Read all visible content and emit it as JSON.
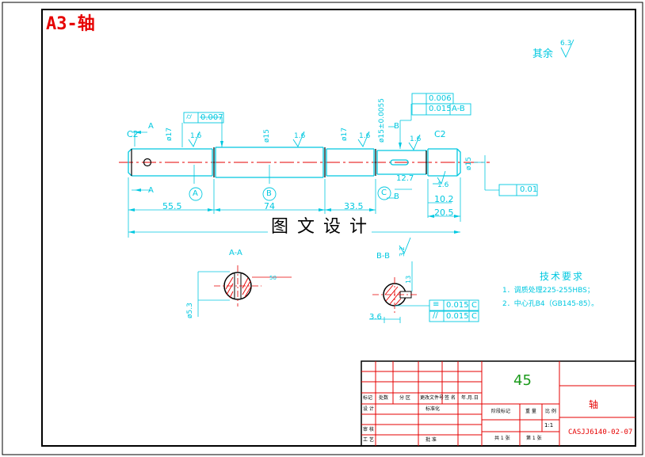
{
  "sheet": {
    "title": "A3-轴",
    "watermark": "图 文 设 计",
    "colors": {
      "frame": "#000000",
      "outline": "#00c8e0",
      "centerline": "#e60000",
      "title": "#e60000",
      "material": "#1a9a1a"
    }
  },
  "surface_finish": {
    "label": "其余",
    "value": "6.3"
  },
  "tolerances": {
    "runout_top": "0.007",
    "runout_right": "0.006",
    "runout_right2": "0.015",
    "datum_ab": "A-B",
    "flatness_right": "0.01",
    "sym_b": "0.015",
    "par_b": "0.015",
    "datum_c": "C"
  },
  "dimensions": {
    "d1": "55.5",
    "d2": "74",
    "d3": "33.5",
    "d4": "20.5",
    "d5": "10.2",
    "d6": "12.7",
    "dia1": "ø17",
    "dia2": "ø15",
    "dia3": "ø17",
    "dia4": "ø15±0.0055",
    "dia5": "ø15",
    "chamfer_left": "C2",
    "chamfer_right": "C2",
    "rough1": "1.6",
    "rough2": "1.6",
    "rough3": "1.6",
    "rough4": "1.6",
    "rough5": "1.6",
    "section_aa_dia": "ø5.3",
    "section_aa_depth": "50",
    "section_bb_dim": "3.6",
    "section_bb_rough": "3.2",
    "section_bb_depth": "13"
  },
  "sections": {
    "aa": "A-A",
    "bb": "B-B",
    "cut_a": "A",
    "cut_b": "B"
  },
  "datums": {
    "a": "A",
    "b": "B",
    "c": "C"
  },
  "tech_requirements": {
    "title": "技术要求",
    "items": [
      "1．调质处理225-255HBS；",
      "2．中心孔B4（GB145-85）。"
    ]
  },
  "title_block": {
    "material": "45",
    "part_name": "轴",
    "drawing_no": "CASJJ6140-02-07",
    "scale": "1:1",
    "headers": [
      "标记",
      "处数",
      "分 区",
      "更改文件号",
      "签 名",
      "年.月.日"
    ],
    "rows_left": [
      "设 计",
      "审 核",
      "工 艺"
    ],
    "std": "标准化",
    "approve": "批 准",
    "stage": "阶段标记",
    "weight": "重 量",
    "ratio": "比 例",
    "sheets_total": "共 1 张",
    "sheet_num": "第 1 张"
  }
}
